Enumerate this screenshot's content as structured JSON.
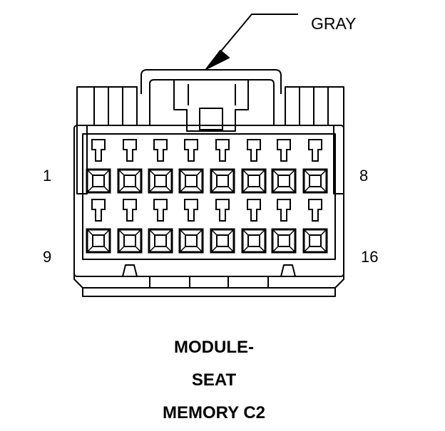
{
  "callout": {
    "color_label": "GRAY"
  },
  "pin_labels": {
    "top_left": "1",
    "top_right": "8",
    "bottom_left": "9",
    "bottom_right": "16"
  },
  "caption": {
    "line1": "MODULE-",
    "line2": "SEAT",
    "line3": "MEMORY C2"
  },
  "colors": {
    "ink": "#000000",
    "background": "#ffffff"
  }
}
